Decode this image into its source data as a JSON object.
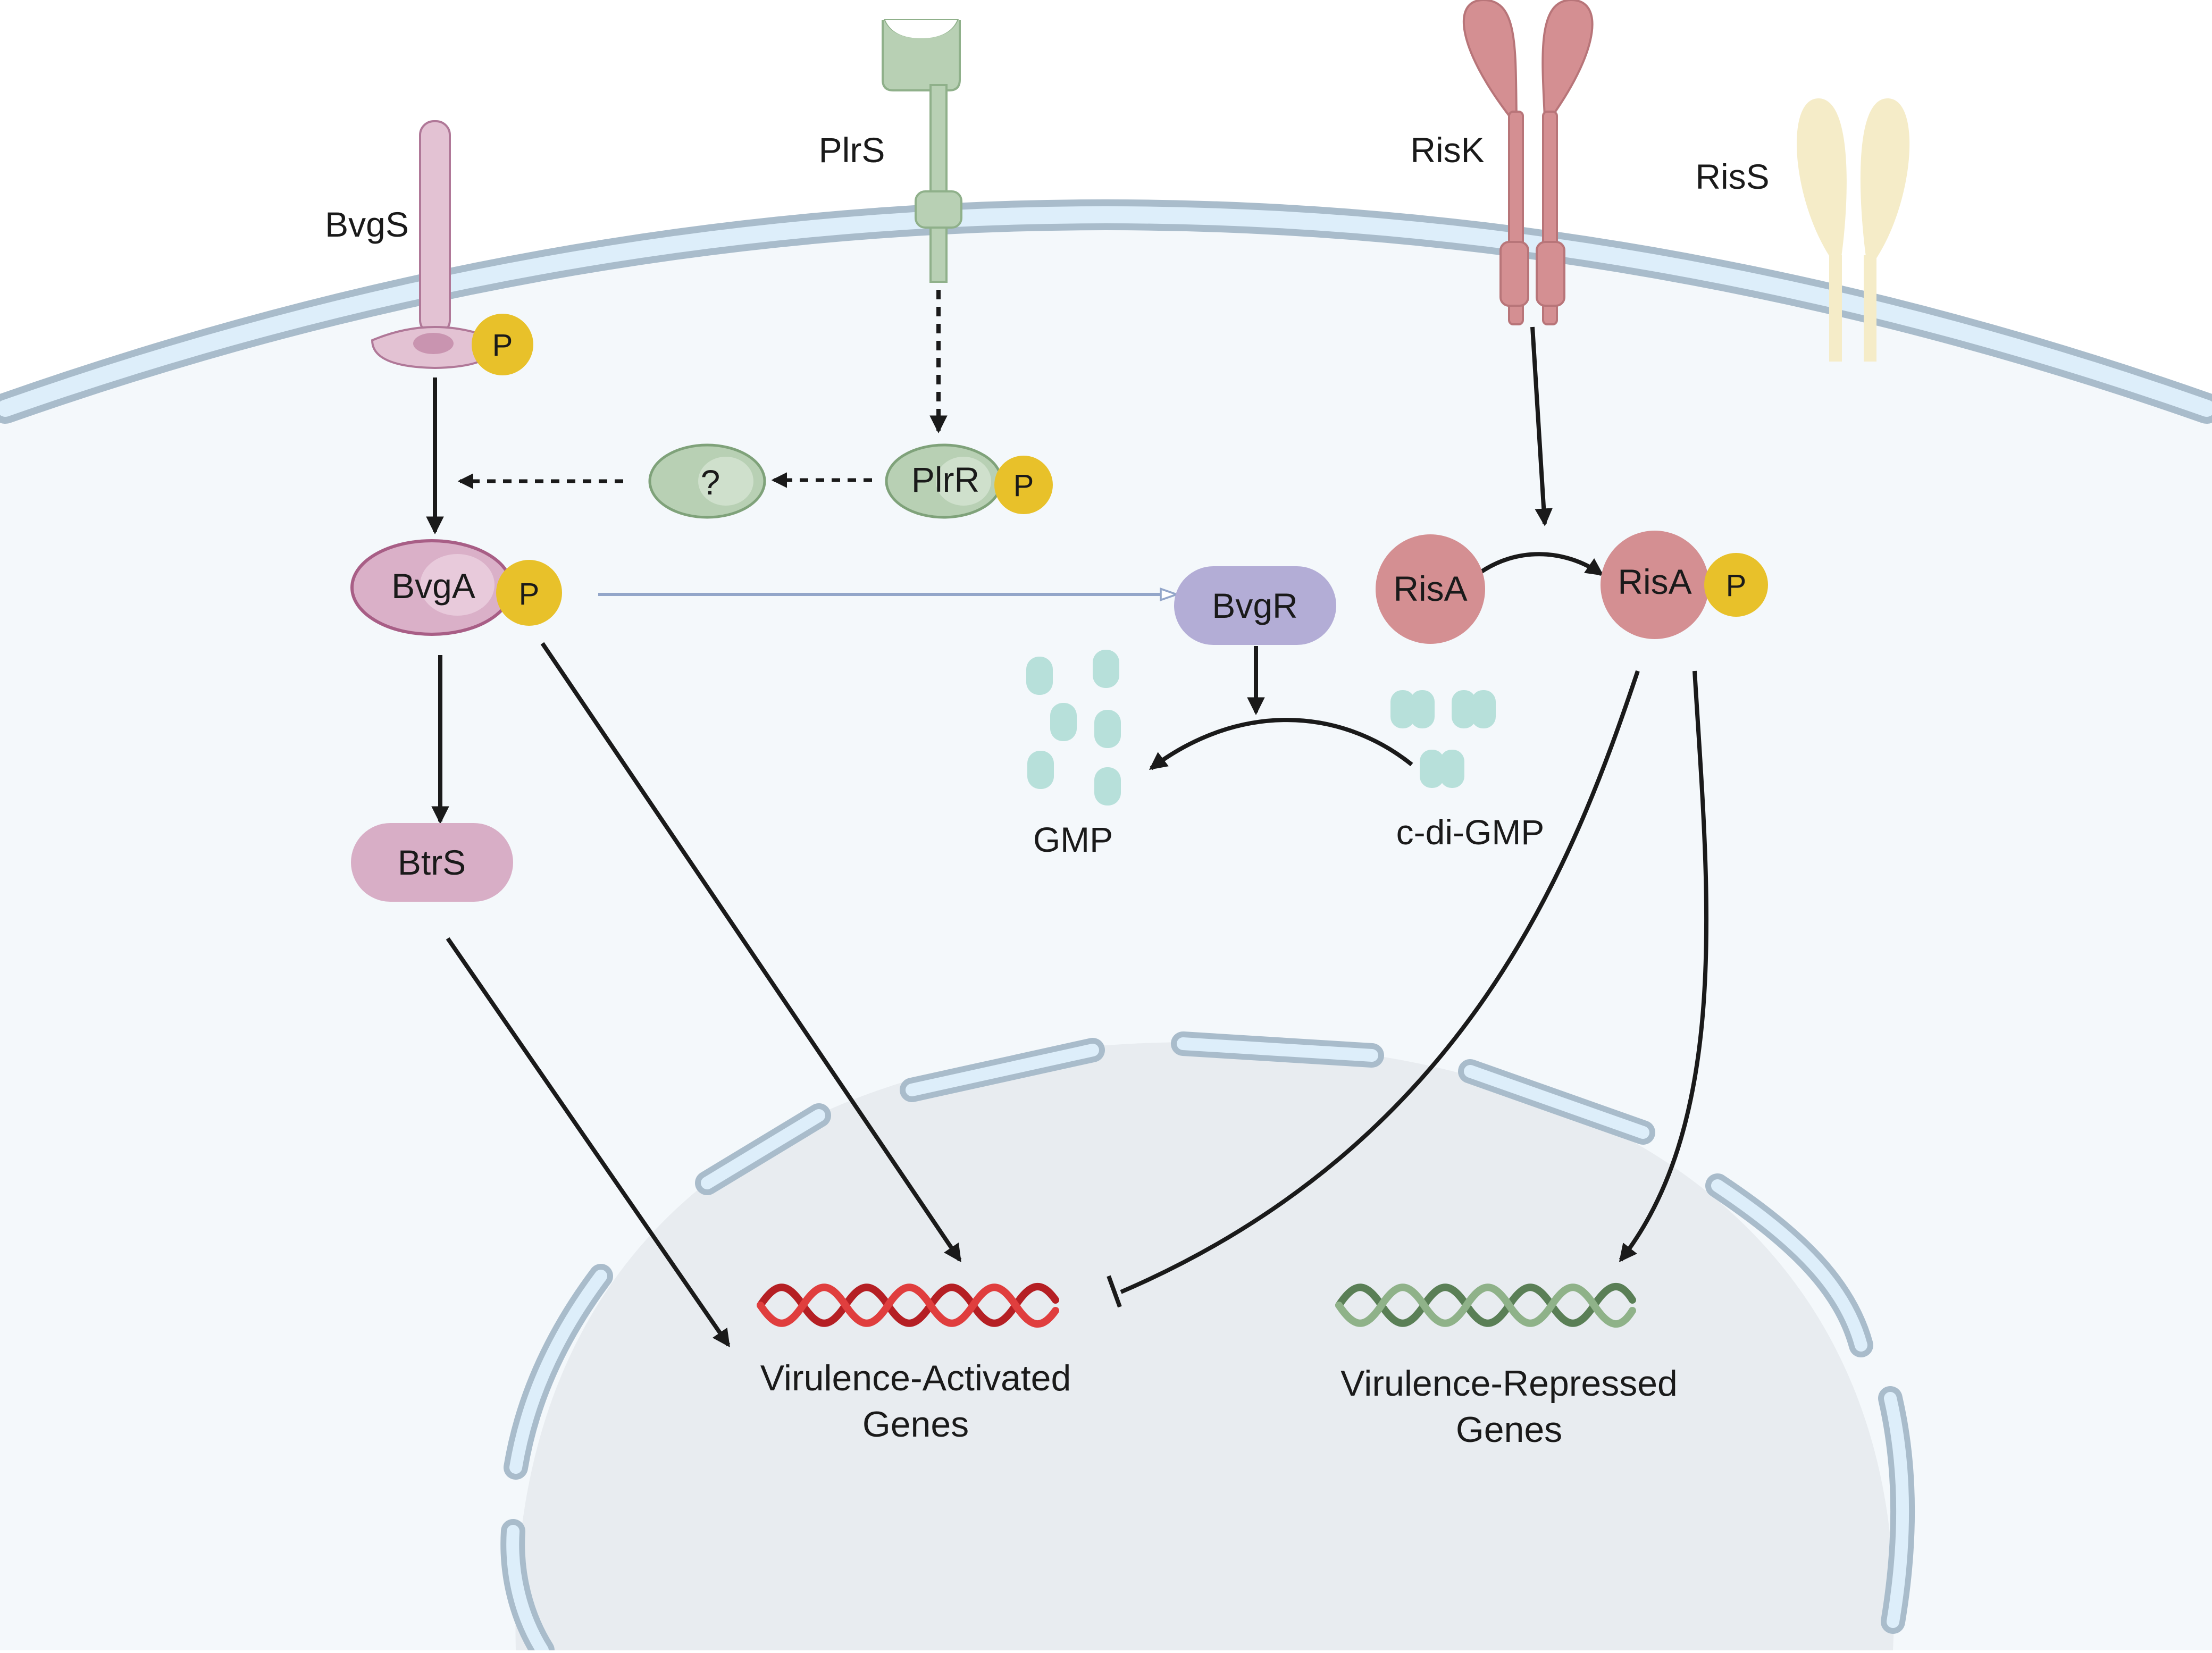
{
  "diagram": {
    "membrane_proteins": {
      "bvgs": "BvgS",
      "plrs": "PlrS",
      "risk": "RisK",
      "riss": "RisS"
    },
    "nodes": {
      "unknown": "?",
      "plrr": "PlrR",
      "bvga": "BvgA",
      "bvgr": "BvgR",
      "risa": "RisA",
      "risa_p": "RisA",
      "btrs": "BtrS",
      "gmp": "GMP",
      "cdigmp": "c-di-GMP"
    },
    "phospho_label": "P",
    "genes": {
      "activated_line1": "Virulence-Activated",
      "activated_line2": "Genes",
      "repressed_line1": "Virulence-Repressed",
      "repressed_line2": "Genes"
    },
    "colors": {
      "cytoplasm": "#f4f8fb",
      "membrane": "#a9bccb",
      "membrane_inner": "#ddeefa",
      "nucleoid": "#e8ecf0",
      "bvg": "#d8b0c8",
      "bvg_dark": "#b07898",
      "plr": "#b8d0b4",
      "plr_dark": "#7fa27a",
      "ris": "#d48f92",
      "riss": "#f5ecc8",
      "bvgr": "#b3add6",
      "phospho": "#e8c12a",
      "cdigmp": "#b7e0da",
      "activated_dna": "#d92b2b",
      "repressed_dna": "#6a9565",
      "arrow": "#1a1a1a",
      "bvgr_arrow": "#93a6c9"
    }
  }
}
